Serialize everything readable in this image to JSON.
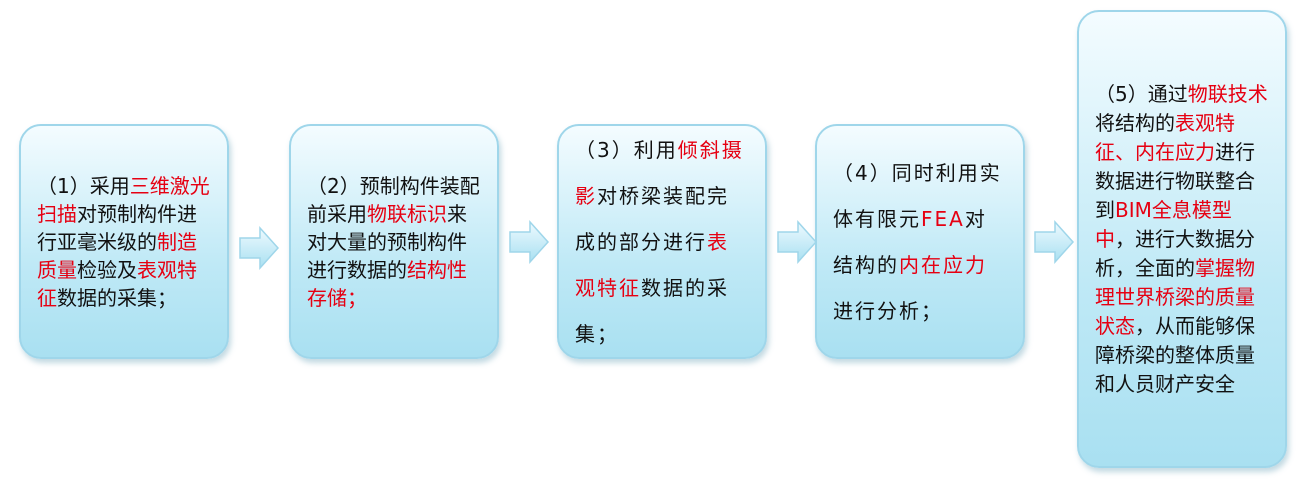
{
  "steps": [
    {
      "segments": [
        {
          "text": "（1）采用",
          "highlight": false
        },
        {
          "text": "三维激光扫描",
          "highlight": true
        },
        {
          "text": "对预制构件进行亚毫米级的",
          "highlight": false
        },
        {
          "text": "制造质量",
          "highlight": true
        },
        {
          "text": "检验及",
          "highlight": false
        },
        {
          "text": "表观特征",
          "highlight": true
        },
        {
          "text": "数据的采集；",
          "highlight": false
        }
      ]
    },
    {
      "segments": [
        {
          "text": "（2）预制构件装配前采用",
          "highlight": false
        },
        {
          "text": "物联标识",
          "highlight": true
        },
        {
          "text": "来对大量的预制构件进行数据的",
          "highlight": false
        },
        {
          "text": "结构性存储；",
          "highlight": true
        }
      ]
    },
    {
      "segments": [
        {
          "text": "（3）利用",
          "highlight": false
        },
        {
          "text": "倾斜摄影",
          "highlight": true
        },
        {
          "text": "对桥梁装配完成的部分进行",
          "highlight": false
        },
        {
          "text": "表观特征",
          "highlight": true
        },
        {
          "text": "数据的采集；",
          "highlight": false
        }
      ]
    },
    {
      "segments": [
        {
          "text": "（4）同时利用实体有限元",
          "highlight": false
        },
        {
          "text": "FEA",
          "highlight": true
        },
        {
          "text": "对结构的",
          "highlight": false
        },
        {
          "text": "内在应力",
          "highlight": true
        },
        {
          "text": "进行分析；",
          "highlight": false
        }
      ]
    },
    {
      "segments": [
        {
          "text": "（5）通过",
          "highlight": false
        },
        {
          "text": "物联技术",
          "highlight": true
        },
        {
          "text": "将结构的",
          "highlight": false
        },
        {
          "text": "表观特征、内在应力",
          "highlight": true
        },
        {
          "text": "进行数据进行物联整合到",
          "highlight": false
        },
        {
          "text": "BIM全息模型中",
          "highlight": true
        },
        {
          "text": "，进行大数据分析，全面的",
          "highlight": false
        },
        {
          "text": "掌握物理世界桥梁的质量状态",
          "highlight": true
        },
        {
          "text": "，从而能够保障桥梁的整体质量和人员财产安全",
          "highlight": false
        }
      ]
    }
  ],
  "colors": {
    "highlight": "#e60012",
    "text": "#111111",
    "box_fill": "#bfe9f6",
    "box_border": "#9fd6ea",
    "arrow_fill": "#bfe9f6"
  },
  "arrow_icon": "right-arrow-icon"
}
